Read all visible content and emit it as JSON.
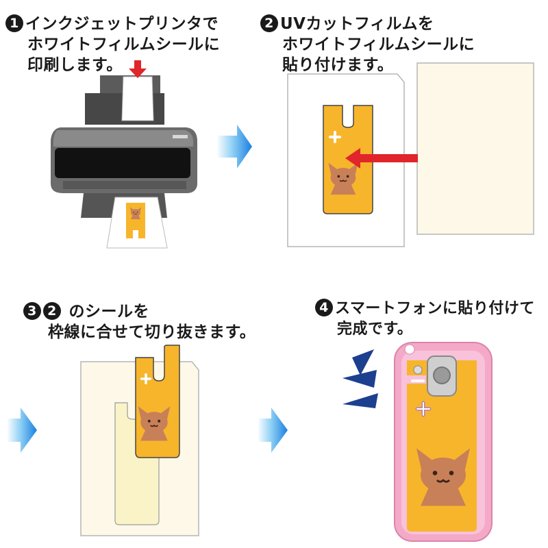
{
  "steps": [
    {
      "number": "1",
      "lines": [
        "インクジェットプリンタで",
        "ホワイトフィルムシールに",
        "印刷します。"
      ]
    },
    {
      "number": "2",
      "lines": [
        "UVカットフィルムを",
        "ホワイトフィルムシールに",
        "貼り付けます。"
      ]
    },
    {
      "numbers": [
        "3",
        "2"
      ],
      "lines": [
        "のシールを",
        "枠線に合せて切り抜きます。"
      ]
    },
    {
      "number": "4",
      "lines": [
        "スマートフォンに貼り付けて",
        "完成です。"
      ]
    }
  ],
  "colors": {
    "accent_red": "#e0262a",
    "arrow_blue": "#1a7fe0",
    "sticker_orange": "#f7b52c",
    "cat_brown": "#c88058",
    "phone_pink": "#f4a9c8",
    "film_cream": "#fdf8e8",
    "motion_navy": "#1d3f8f"
  },
  "icons": [
    "printer-icon",
    "cat-sticker-icon",
    "smartphone-icon",
    "flow-arrow-icon",
    "motion-lines-icon",
    "plus-icon"
  ]
}
